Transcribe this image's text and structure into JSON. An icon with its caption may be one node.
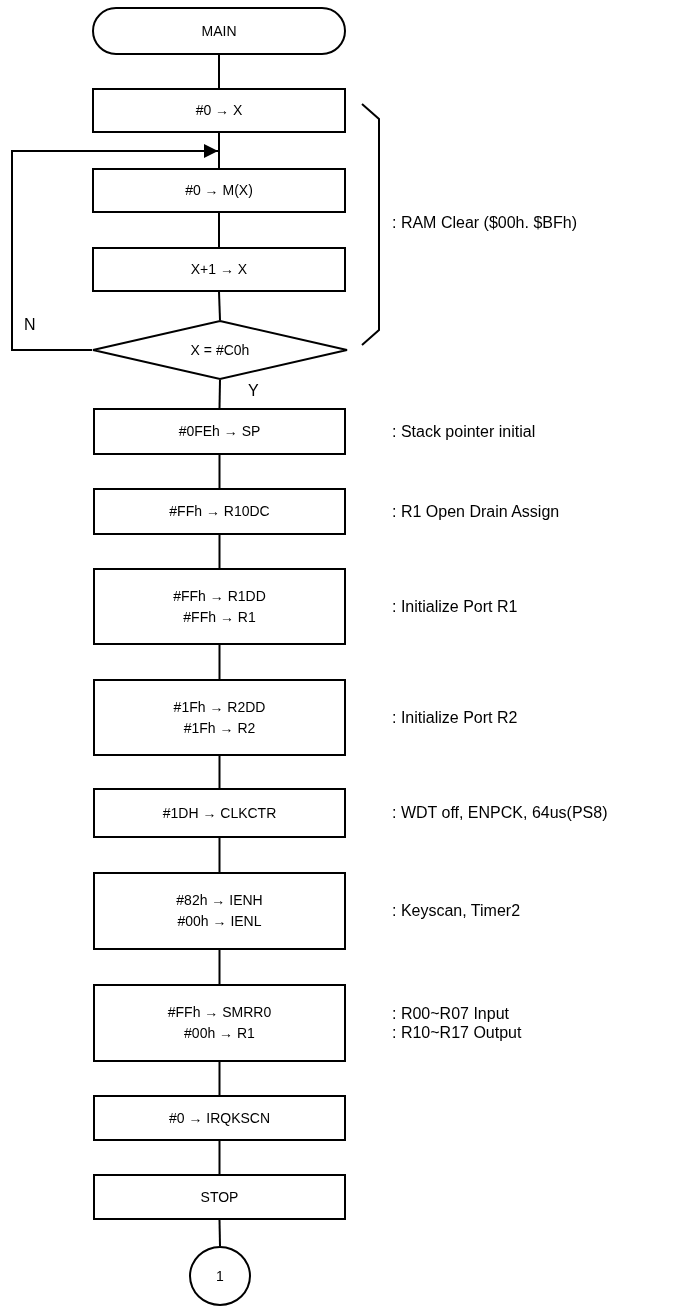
{
  "diagram": {
    "nodes": [
      {
        "text": [
          "MAIN"
        ]
      },
      {
        "text": [
          "#0 → X"
        ]
      },
      {
        "text": [
          "#0 → M(X)"
        ]
      },
      {
        "text": [
          "X+1 → X"
        ]
      },
      {
        "text": [
          "X = #C0h"
        ]
      },
      {
        "text": [
          "#0FEh → SP"
        ],
        "beside": [
          ": Stack pointer initial"
        ]
      },
      {
        "text": [
          "#FFh → R10DC"
        ],
        "beside": [
          ": R1 Open Drain Assign"
        ]
      },
      {
        "text": [
          "#FFh → R1DD",
          "#FFh → R1"
        ],
        "beside": [
          ": Initialize Port R1"
        ]
      },
      {
        "text": [
          "#1Fh → R2DD",
          "#1Fh → R2"
        ],
        "beside": [
          ": Initialize Port R2"
        ]
      },
      {
        "text": [
          "#1DH → CLKCTR"
        ],
        "beside": [
          ": WDT off, ENPCK, 64us(PS8)"
        ]
      },
      {
        "text": [
          "#82h → IENH",
          "#00h → IENL"
        ],
        "beside": [
          ": Keyscan, Timer2"
        ]
      },
      {
        "text": [
          "#FFh → SMRR0",
          "#00h → R1"
        ],
        "beside": [
          ": R00~R07 Input",
          ": R10~R17 Output"
        ]
      },
      {
        "text": [
          "#0 → IRQKSCN"
        ]
      },
      {
        "text": [
          "STOP"
        ]
      },
      {
        "text": [
          "1"
        ]
      }
    ],
    "edges": [
      {
        "from": 0,
        "to": 1,
        "arrow": "none"
      },
      {
        "from": 1,
        "to": 2,
        "arrow": "none"
      },
      {
        "from": 2,
        "to": 3,
        "arrow": "none"
      },
      {
        "from": 3,
        "to": 4,
        "arrow": "none"
      },
      {
        "from": 4,
        "to": 2,
        "arrow": "to",
        "label": "N"
      },
      {
        "from": 4,
        "to": 5,
        "arrow": "none",
        "label": "Y"
      },
      {
        "from": 5,
        "to": 6,
        "arrow": "none"
      },
      {
        "from": 6,
        "to": 7,
        "arrow": "none"
      },
      {
        "from": 7,
        "to": 8,
        "arrow": "none"
      },
      {
        "from": 8,
        "to": 9,
        "arrow": "none"
      },
      {
        "from": 9,
        "to": 10,
        "arrow": "none"
      },
      {
        "from": 10,
        "to": 11,
        "arrow": "none"
      },
      {
        "from": 11,
        "to": 12,
        "arrow": "none"
      },
      {
        "from": 12,
        "to": 13,
        "arrow": "none"
      },
      {
        "from": 13,
        "to": 14,
        "arrow": "none"
      }
    ],
    "labels": [
      ": RAM Clear ($00h. $BFh)"
    ]
  }
}
